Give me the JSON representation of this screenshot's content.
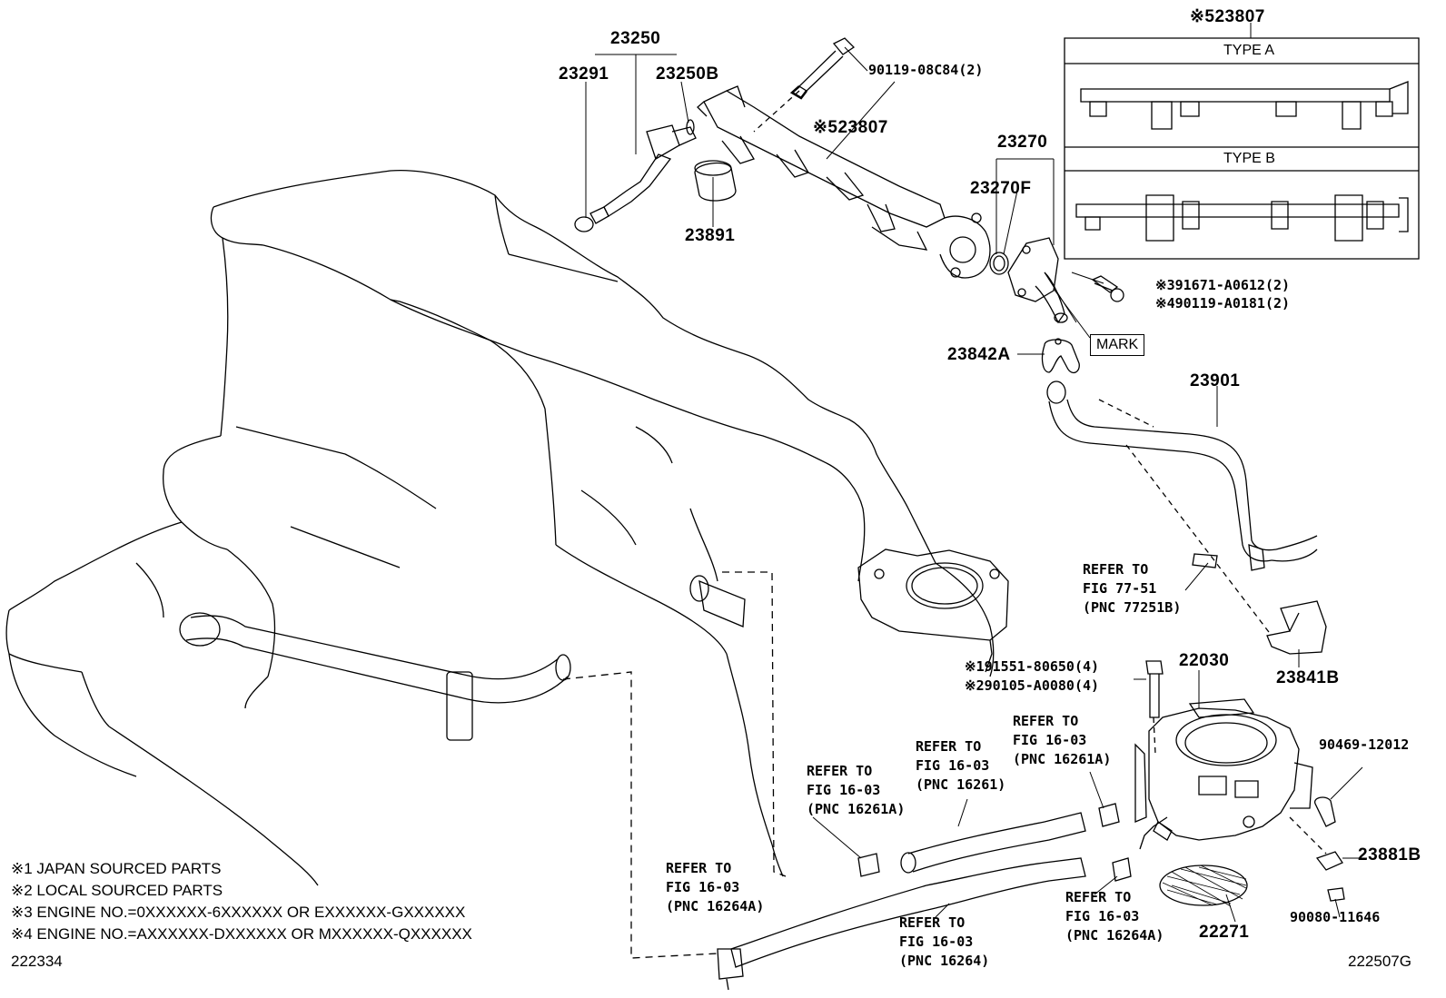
{
  "parts": {
    "p23250": "23250",
    "p23291": "23291",
    "p23250B": "23250B",
    "p90119_08C84": "90119-08C84(2)",
    "p23807_main": "※523807",
    "p23807_box": "※523807",
    "p23891": "23891",
    "p23270": "23270",
    "p23270F": "23270F",
    "p91671": "※391671-A0612(2)",
    "p90119_A0181": "※490119-A0181(2)",
    "p23842A": "23842A",
    "p23901": "23901",
    "p23841B": "23841B",
    "p91551": "※191551-80650(4)",
    "p90105": "※290105-A0080(4)",
    "p22030": "22030",
    "p90469": "90469-12012",
    "p23881B": "23881B",
    "p90080": "90080-11646",
    "p22271": "22271"
  },
  "type_box": {
    "type_a": "TYPE A",
    "type_b": "TYPE B"
  },
  "mark_label": "MARK",
  "refs": {
    "ref_77_51": "REFER TO\nFIG 77-51\n(PNC 77251B)",
    "ref_16261A_left": "REFER TO\nFIG 16-03\n(PNC 16261A)",
    "ref_16261": "REFER TO\nFIG 16-03\n(PNC 16261)",
    "ref_16261A_right": "REFER TO\nFIG 16-03\n(PNC 16261A)",
    "ref_16264A_left": "REFER TO\nFIG 16-03\n(PNC 16264A)",
    "ref_16264": "REFER TO\nFIG 16-03\n(PNC 16264)",
    "ref_16264A_right": "REFER TO\nFIG 16-03\n(PNC 16264A)"
  },
  "notes": [
    "※1 JAPAN SOURCED PARTS",
    "※2 LOCAL SOURCED PARTS",
    "※3 ENGINE NO.=0XXXXXX-6XXXXXX OR EXXXXXX-GXXXXXX",
    "※4 ENGINE NO.=AXXXXXX-DXXXXXX OR MXXXXXX-QXXXXXX"
  ],
  "codes": {
    "left": "222334",
    "right": "222507G"
  }
}
